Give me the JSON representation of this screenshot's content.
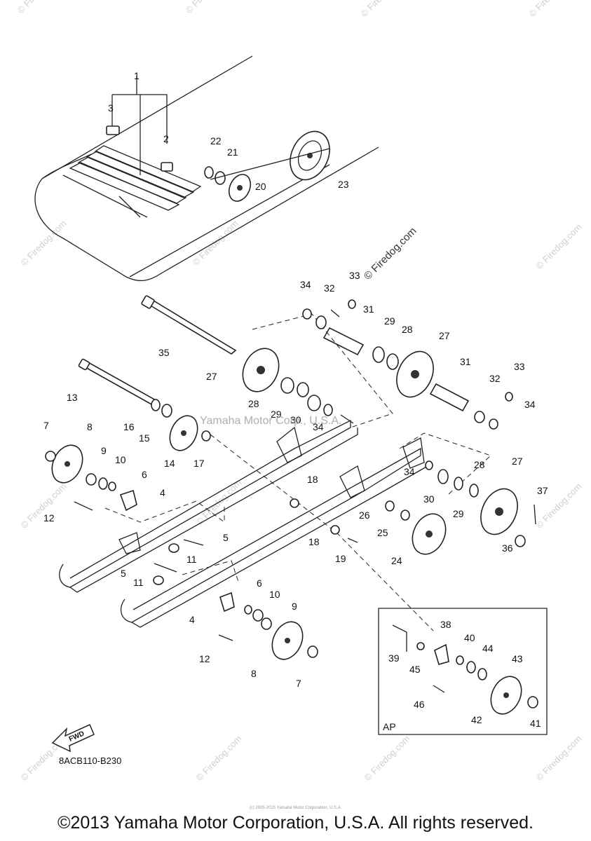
{
  "watermark": "© Firedog.com",
  "overlay_text": "Yamaha Motor Corp., U.S.A.",
  "diagram_code": "8ACB110-B230",
  "fwd_label": "FWD",
  "ap_label": "AP",
  "tiny_copyright": "(c) 2005-2015 Yamaha Motor Corporation, U.S.A.",
  "footer": "©2013 Yamaha Motor Corporation, U.S.A. All rights reserved.",
  "callouts": {
    "c1": "1",
    "c2": "2",
    "c3": "3",
    "c4a": "4",
    "c4b": "4",
    "c5a": "5",
    "c5b": "5",
    "c6a": "6",
    "c6b": "6",
    "c7a": "7",
    "c7b": "7",
    "c8a": "8",
    "c8b": "8",
    "c9a": "9",
    "c9b": "9",
    "c10a": "10",
    "c10b": "10",
    "c11a": "11",
    "c11b": "11",
    "c12a": "12",
    "c12b": "12",
    "c13": "13",
    "c14": "14",
    "c15": "15",
    "c16": "16",
    "c17": "17",
    "c18a": "18",
    "c18b": "18",
    "c19": "19",
    "c20": "20",
    "c21": "21",
    "c22": "22",
    "c23": "23",
    "c24": "24",
    "c25": "25",
    "c26": "26",
    "c27a": "27",
    "c27b": "27",
    "c27c": "27",
    "c28a": "28",
    "c28b": "28",
    "c28c": "28",
    "c29a": "29",
    "c29b": "29",
    "c29c": "29",
    "c30a": "30",
    "c30b": "30",
    "c31a": "31",
    "c31b": "31",
    "c32a": "32",
    "c32b": "32",
    "c33a": "33",
    "c33b": "33",
    "c34a": "34",
    "c34b": "34",
    "c34c": "34",
    "c34d": "34",
    "c35": "35",
    "c36": "36",
    "c37": "37",
    "c38": "38",
    "c39": "39",
    "c40": "40",
    "c41": "41",
    "c42": "42",
    "c43": "43",
    "c44": "44",
    "c45": "45",
    "c46": "46"
  }
}
